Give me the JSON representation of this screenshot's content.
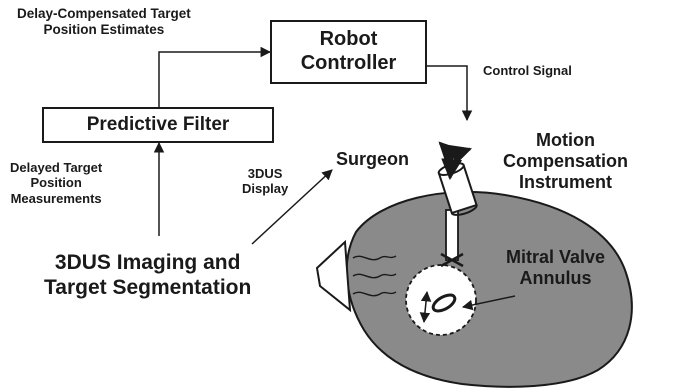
{
  "colors": {
    "ink": "#1a1a1a",
    "heart_fill": "#8a8a8a",
    "background": "#ffffff"
  },
  "blocks": {
    "robot_controller": {
      "line1": "Robot",
      "line2": "Controller"
    },
    "predictive_filter": {
      "label": "Predictive Filter"
    }
  },
  "labels": {
    "delay_compensated": {
      "line1": "Delay-Compensated Target",
      "line2": "Position Estimates"
    },
    "control_signal": "Control Signal",
    "delayed_measurements": {
      "line1": "Delayed Target",
      "line2": "Position",
      "line3": "Measurements"
    },
    "display_3dus": {
      "line1": "3DUS",
      "line2": "Display"
    },
    "surgeon": "Surgeon",
    "motion_compensation": {
      "line1": "Motion",
      "line2": "Compensation",
      "line3": "Instrument"
    },
    "imaging": {
      "line1": "3DUS Imaging and",
      "line2": "Target Segmentation"
    },
    "mitral": {
      "line1": "Mitral Valve",
      "line2": "Annulus"
    }
  }
}
